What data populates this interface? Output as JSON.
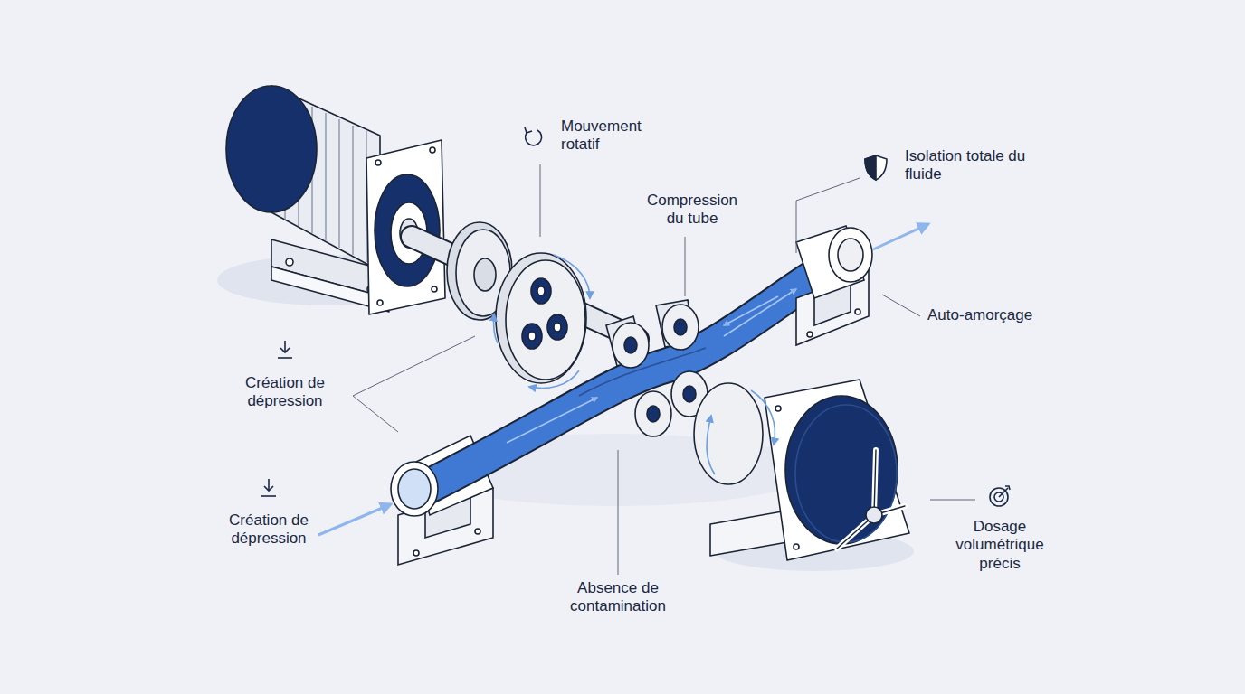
{
  "diagram": {
    "labels": [
      "Mouvement rotatif",
      "Isolation totale du fluide",
      "Compression du tube",
      "Auto-amorçage",
      "Création de dépression",
      "Création de dépression",
      "Absence de contamination",
      "Dosage volumétrique précis"
    ]
  }
}
